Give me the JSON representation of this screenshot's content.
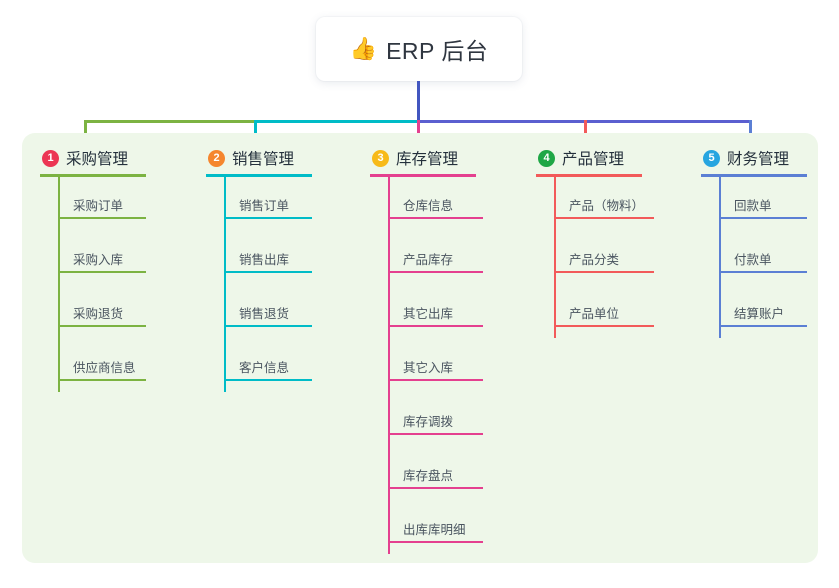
{
  "root": {
    "icon": "thumbs-up-icon",
    "emoji": "👍",
    "title": "ERP 后台"
  },
  "palette": {
    "panel_bg": "#eef7e9",
    "page_bg": "#ffffff",
    "root_text": "#2f3640",
    "item_text": "#4a5560",
    "title_text": "#24303c",
    "root_connector": "#4256c0"
  },
  "columns": [
    {
      "number": "1",
      "title": "采购管理",
      "badge_color": "#ec3654",
      "line_color": "#7cb342",
      "items": [
        "采购订单",
        "采购入库",
        "采购退货",
        "供应商信息"
      ]
    },
    {
      "number": "2",
      "title": "销售管理",
      "badge_color": "#f5862e",
      "line_color": "#00bcc7",
      "items": [
        "销售订单",
        "销售出库",
        "销售退货",
        "客户信息"
      ]
    },
    {
      "number": "3",
      "title": "库存管理",
      "badge_color": "#f7ba19",
      "line_color": "#e4408f",
      "items": [
        "仓库信息",
        "产品库存",
        "其它出库",
        "其它入库",
        "库存调拨",
        "库存盘点",
        "出库库明细"
      ]
    },
    {
      "number": "4",
      "title": "产品管理",
      "badge_color": "#1fa746",
      "line_color": "#f25a5a",
      "items": [
        "产品（物料）",
        "产品分类",
        "产品单位"
      ]
    },
    {
      "number": "5",
      "title": "财务管理",
      "badge_color": "#27a5e0",
      "line_color": "#5b7fd4",
      "items": [
        "回款单",
        "付款单",
        "结算账户"
      ]
    }
  ],
  "connectors": {
    "trunk_color": "#4256c0",
    "segments": [
      {
        "name": "green-branch",
        "color": "#7cb342"
      },
      {
        "name": "teal-branch",
        "color": "#00bcc7"
      },
      {
        "name": "indigo-branch",
        "color": "#5b5fd0"
      }
    ],
    "drops": [
      {
        "name": "drop-col-1",
        "color": "#7cb342"
      },
      {
        "name": "drop-col-2",
        "color": "#00bcc7"
      },
      {
        "name": "drop-col-3",
        "color": "#e4408f"
      },
      {
        "name": "drop-col-4",
        "color": "#f25a5a"
      },
      {
        "name": "drop-col-5",
        "color": "#5b7fd4"
      }
    ]
  }
}
